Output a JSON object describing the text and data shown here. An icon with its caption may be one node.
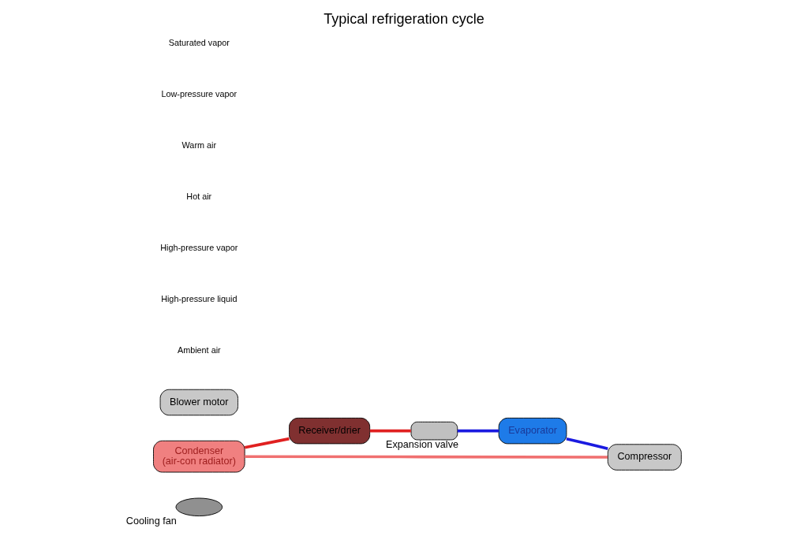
{
  "diagram": {
    "title": "Typical refrigeration cycle",
    "nodes": [
      {
        "text": [],
        "shape": "ellipse",
        "beside": [
          "Cooling fan"
        ]
      },
      {
        "text": [
          "Condenser",
          "(air-con radiator)"
        ]
      },
      {
        "text": [
          "Receiver/drier"
        ]
      },
      {
        "text": [
          "Compressor"
        ]
      },
      {
        "text": [],
        "shape": "box",
        "beside": [
          "Expansion valve"
        ]
      },
      {
        "text": [
          "Blower motor"
        ]
      },
      {
        "text": [
          "Evaporator"
        ]
      }
    ],
    "edges": [
      {
        "from": 1,
        "to": 2,
        "arrow": "none",
        "color": "#e02020"
      },
      {
        "from": 2,
        "to": 4,
        "arrow": "none",
        "color": "#e02020"
      },
      {
        "from": 4,
        "to": 6,
        "arrow": "none",
        "color": "#1a1ae0"
      },
      {
        "from": 6,
        "to": 3,
        "arrow": "none",
        "color": "#1a1ae0"
      },
      {
        "from": 3,
        "to": 1,
        "arrow": "none",
        "color": "#f07070"
      }
    ],
    "labels": [
      "Ambient air",
      "High-pressure liquid",
      "High-pressure vapor",
      "Hot air",
      "Warm air",
      "Low-pressure vapor",
      "Saturated vapor"
    ]
  }
}
